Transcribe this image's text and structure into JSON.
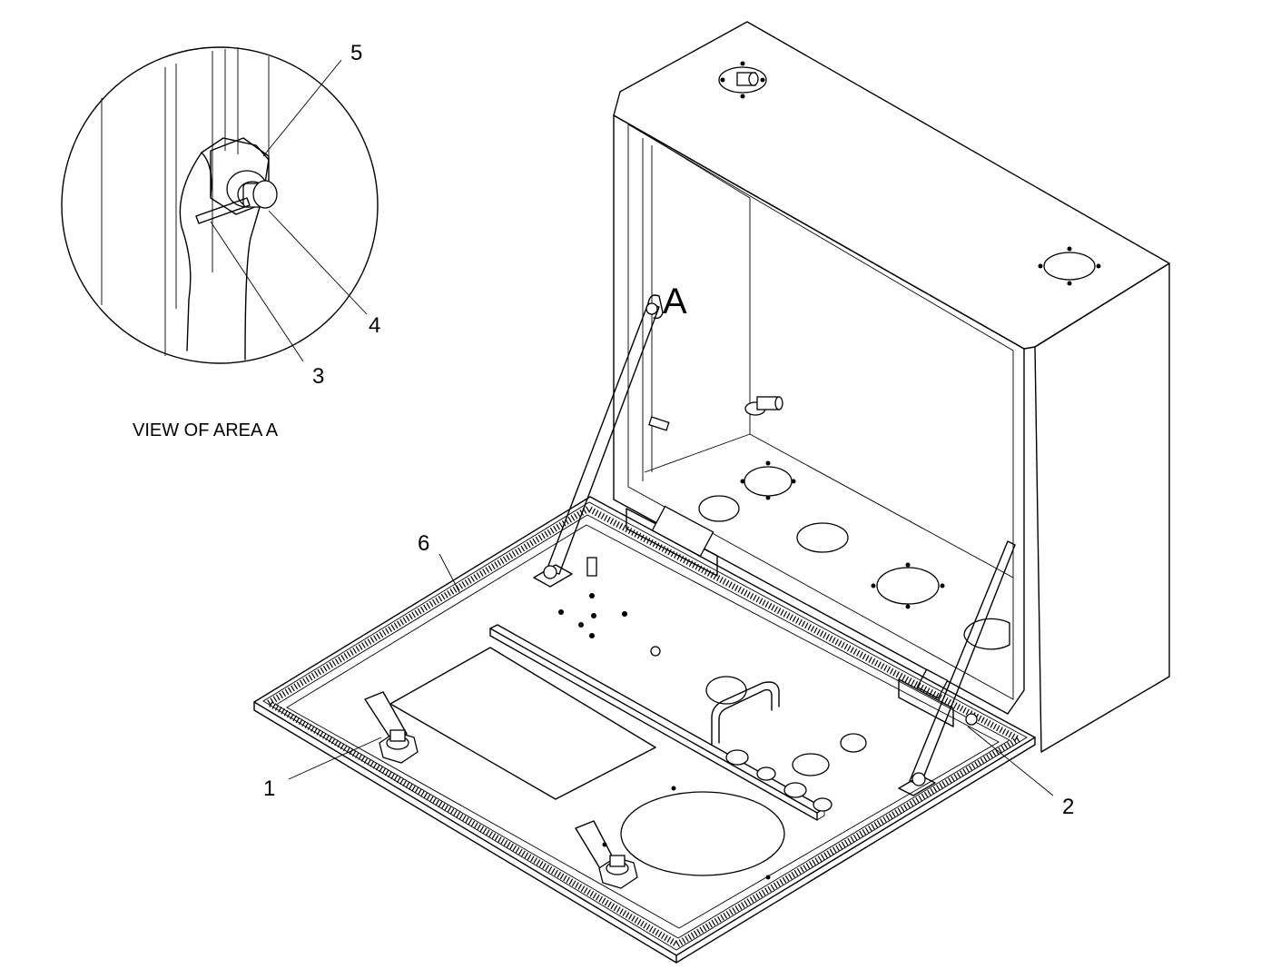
{
  "callouts": {
    "c1": "1",
    "c2": "2",
    "c3": "3",
    "c4": "4",
    "c5": "5",
    "c6": "6",
    "area": "A"
  },
  "detail": {
    "caption": "VIEW OF AREA  A"
  }
}
